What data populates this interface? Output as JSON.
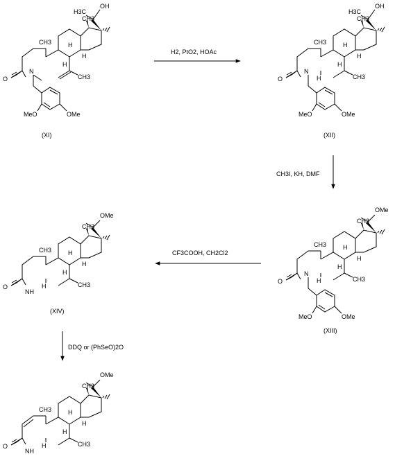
{
  "compounds": [
    {
      "id": "XI",
      "label": "(XI)"
    },
    {
      "id": "XII",
      "label": "(XII)"
    },
    {
      "id": "XIII",
      "label": "(XIII)"
    },
    {
      "id": "XIV",
      "label": "(XIV)"
    },
    {
      "id": "product",
      "label": ""
    }
  ],
  "arrows": [
    {
      "from": "XI",
      "to": "XII",
      "direction": "right",
      "conditions": "H2, PtO2, HOAc"
    },
    {
      "from": "XII",
      "to": "XIII",
      "direction": "down",
      "conditions": "CH3I, KH, DMF"
    },
    {
      "from": "XIII",
      "to": "XIV",
      "direction": "left",
      "conditions": "CF3COOH, CH2Cl2"
    },
    {
      "from": "XIV",
      "to": "product",
      "direction": "down",
      "conditions": "DDQ or (PhSeO)2O"
    }
  ],
  "atom_labels": {
    "carbonyl_o": "O",
    "ring_n": "N",
    "nh": "NH",
    "ring_h": "H",
    "methyl": "CH3",
    "c18_methyl": "CH3",
    "c19_methyl": "CH3",
    "side_chain_methyl": "H3C",
    "hydroxyl": "OH",
    "methoxy": "OMe",
    "aryl_methoxy_1": "MeO",
    "aryl_methoxy_2": "OMe"
  }
}
